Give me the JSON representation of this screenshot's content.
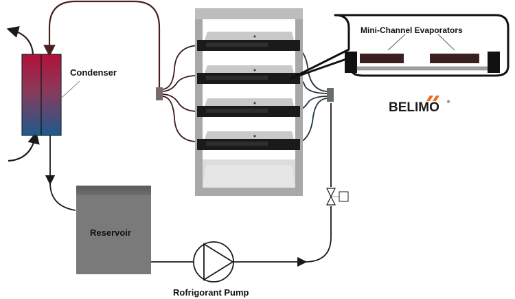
{
  "diagram": {
    "title": "Pumped refrigerant cooling loop for server rack",
    "labels": {
      "condenser": "Condenser",
      "reservoir": "Reservoir",
      "pump": "Rofrigorant Pump",
      "evaporators": "Mini-Channel Evaporators"
    },
    "brand": {
      "name": "BELIMO",
      "registered": "®",
      "accent": "#f26a1b"
    },
    "colors": {
      "hot_pipe": "#4a1f1f",
      "cold_pipe": "#1f3340",
      "condenser_top": "#b3103a",
      "condenser_bottom": "#1f5a8c",
      "rack_frame": "#9a9a9a",
      "reservoir": "#7a7a7a"
    },
    "rack": {
      "server_count": 4
    },
    "components": [
      "condenser",
      "vapor-manifold",
      "server-rack",
      "liquid-manifold",
      "control-valve",
      "refrigerant-pump",
      "reservoir"
    ]
  }
}
